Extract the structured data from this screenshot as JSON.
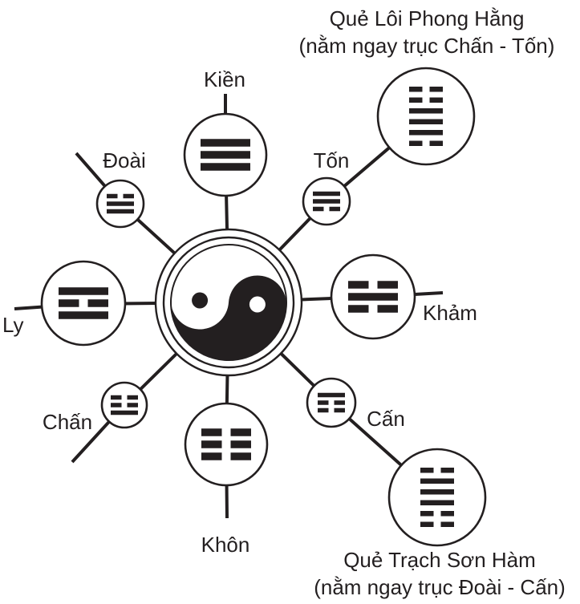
{
  "center_icon": "yin-yang",
  "trigrams": [
    {
      "name": "Kiền",
      "lines": [
        1,
        1,
        1
      ]
    },
    {
      "name": "Tốn",
      "lines": [
        1,
        1,
        0
      ]
    },
    {
      "name": "Khảm",
      "lines": [
        0,
        1,
        0
      ]
    },
    {
      "name": "Cấn",
      "lines": [
        1,
        0,
        0
      ]
    },
    {
      "name": "Khôn",
      "lines": [
        0,
        0,
        0
      ]
    },
    {
      "name": "Chấn",
      "lines": [
        0,
        0,
        1
      ]
    },
    {
      "name": "Ly",
      "lines": [
        1,
        0,
        1
      ]
    },
    {
      "name": "Đoài",
      "lines": [
        0,
        1,
        1
      ]
    }
  ],
  "hexagrams": [
    {
      "title": "Quẻ Lôi Phong Hằng",
      "note": "(nằm ngay trục Chấn - Tốn)",
      "lines": [
        0,
        0,
        1,
        1,
        1,
        0
      ]
    },
    {
      "title": "Quẻ Trạch Sơn Hàm",
      "note": "(nằm ngay trục Đoài - Cấn)",
      "lines": [
        0,
        1,
        1,
        1,
        0,
        0
      ]
    }
  ],
  "colors": {
    "ink": "#231f20",
    "paper": "#ffffff"
  }
}
